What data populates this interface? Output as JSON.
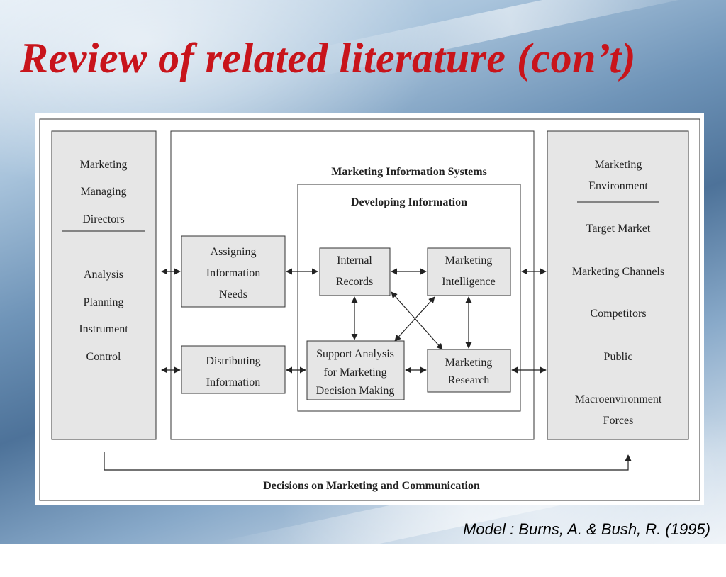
{
  "slide": {
    "title": "Review of related literature (con’t)",
    "citation": "Model : Burns, A. & Bush, R. (1995)"
  },
  "diagram": {
    "left_column": {
      "header": [
        "Marketing",
        "Managing",
        "Directors"
      ],
      "items": [
        "Analysis",
        "Planning",
        "Instrument",
        "Control"
      ]
    },
    "mis_title": "Marketing Information Systems",
    "developing_title": "Developing Information",
    "assigning": [
      "Assigning",
      "Information",
      "Needs"
    ],
    "distributing": [
      "Distributing",
      "Information"
    ],
    "internal_records": [
      "Internal",
      "Records"
    ],
    "marketing_intelligence": [
      "Marketing",
      "Intelligence"
    ],
    "support_analysis": [
      "Support Analysis",
      "for Marketing",
      "Decision Making"
    ],
    "marketing_research": [
      "Marketing",
      "Research"
    ],
    "right_column": {
      "header": [
        "Marketing",
        "Environment"
      ],
      "items": [
        "Target Market",
        "Marketing Channels",
        "Competitors",
        "Public"
      ],
      "macro": [
        "Macroenvironment",
        "Forces"
      ]
    },
    "decisions_label": "Decisions on  Marketing and Communication"
  }
}
